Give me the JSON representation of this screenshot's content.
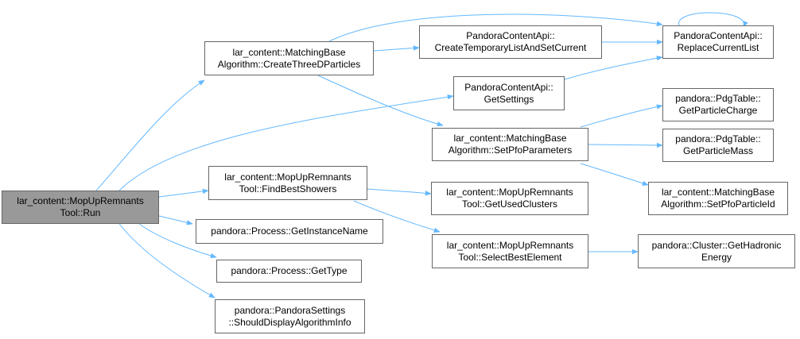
{
  "colors": {
    "edge": "#63b8ff",
    "node_border": "#666666",
    "root_fill": "#999999",
    "node_fill": "#ffffff"
  },
  "nodes": {
    "run": {
      "line1": "lar_content::MopUpRemnants",
      "line2": "Tool::Run"
    },
    "create3d": {
      "line1": "lar_content::MatchingBase",
      "line2": "Algorithm::CreateThreeDParticles"
    },
    "createTemp": {
      "line1": "PandoraContentApi::",
      "line2": "CreateTemporaryListAndSetCurrent"
    },
    "replace": {
      "line1": "PandoraContentApi::",
      "line2": "ReplaceCurrentList"
    },
    "getSettings": {
      "line1": "PandoraContentApi::",
      "line2": "GetSettings"
    },
    "setPfo": {
      "line1": "lar_content::MatchingBase",
      "line2": "Algorithm::SetPfoParameters"
    },
    "charge": {
      "line1": "pandora::PdgTable::",
      "line2": "GetParticleCharge"
    },
    "mass": {
      "line1": "pandora::PdgTable::",
      "line2": "GetParticleMass"
    },
    "pid": {
      "line1": "lar_content::MatchingBase",
      "line2": "Algorithm::SetPfoParticleId"
    },
    "findBest": {
      "line1": "lar_content::MopUpRemnants",
      "line2": "Tool::FindBestShowers"
    },
    "usedClusters": {
      "line1": "lar_content::MopUpRemnants",
      "line2": "Tool::GetUsedClusters"
    },
    "selectBest": {
      "line1": "lar_content::MopUpRemnants",
      "line2": "Tool::SelectBestElement"
    },
    "hadronic": {
      "line1": "pandora::Cluster::GetHadronic",
      "line2": "Energy"
    },
    "instName": {
      "line1": "pandora::Process::GetInstanceName"
    },
    "getType": {
      "line1": "pandora::Process::GetType"
    },
    "shouldDisplay": {
      "line1": "pandora::PandoraSettings",
      "line2": "::ShouldDisplayAlgorithmInfo"
    }
  }
}
